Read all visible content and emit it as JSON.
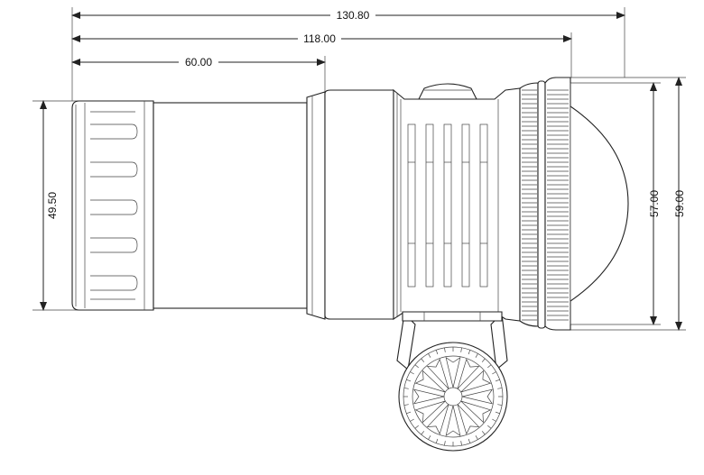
{
  "dimensions": {
    "overall_length": "130.80",
    "body_length": "118.00",
    "tail_length": "60.00",
    "tail_diameter": "49.50",
    "bezel_inner_diameter": "57.00",
    "bezel_outer_diameter": "59.00"
  },
  "colors": {
    "line": "#222222",
    "background": "#ffffff"
  }
}
